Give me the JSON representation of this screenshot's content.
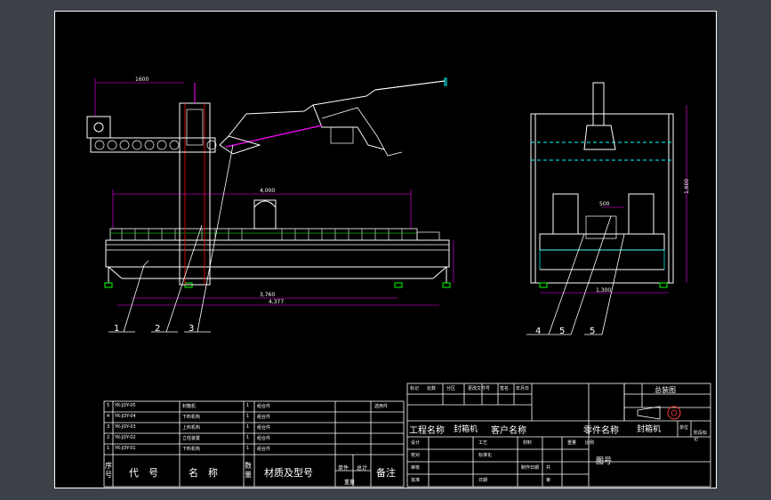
{
  "drawing": {
    "part_numbers_left": [
      "1",
      "2",
      "3"
    ],
    "part_numbers_right": [
      "4",
      "5",
      "5"
    ]
  },
  "bom": {
    "headers": {
      "seq": "序号",
      "code": "代　号",
      "name": "名　称",
      "qty": "数量",
      "material": "材质及型号",
      "unit_weight": "单件",
      "total_weight": "总计",
      "weight": "重量",
      "remark": "备注"
    },
    "rows": [
      {
        "seq": "5",
        "code": "YK-JDY-05",
        "name": "封箱机",
        "qty": "1",
        "material": "组合件",
        "remark": "选用件"
      },
      {
        "seq": "4",
        "code": "YK-JDY-04",
        "name": "下料机构",
        "qty": "1",
        "material": "组合件",
        "remark": ""
      },
      {
        "seq": "3",
        "code": "YK-JDY-03",
        "name": "上料机构",
        "qty": "1",
        "material": "组合件",
        "remark": ""
      },
      {
        "seq": "2",
        "code": "YK-JDY-02",
        "name": "立柱装置",
        "qty": "1",
        "material": "组合件",
        "remark": ""
      },
      {
        "seq": "1",
        "code": "YK-JDY-01",
        "name": "下料机构",
        "qty": "1",
        "material": "组合件",
        "remark": ""
      }
    ]
  },
  "title_block": {
    "drawing_title": "总装图",
    "project_label": "工程名称",
    "project_value": "封箱机",
    "client_label": "客户名称",
    "part_label": "零件名称",
    "part_value": "封箱机",
    "drawing_no_label": "图号",
    "rev_headers": [
      "标记",
      "处数",
      "分区",
      "更改文件号",
      "签名",
      "年月日"
    ],
    "sign_rows": [
      "设计",
      "校对",
      "审核",
      "工艺",
      "批准"
    ],
    "sign_rows_mid": [
      "标准化",
      "日期"
    ],
    "sheet_labels": [
      "共",
      "第"
    ],
    "scale_label": "比例",
    "weight_label": "重量",
    "material_label": "材料",
    "stage_label": "阶段标记",
    "process_label": "制作日期",
    "unit_label": "单位"
  }
}
